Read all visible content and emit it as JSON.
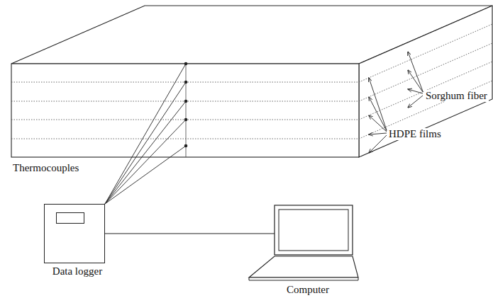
{
  "diagram": {
    "nodes": [
      {
        "text": [
          "Data logger"
        ]
      },
      {
        "text": [
          "Computer"
        ]
      }
    ],
    "edges": [
      {
        "from": 0,
        "to": 1,
        "arrow": "none"
      }
    ],
    "labels": [
      "Thermocouples",
      "Sorghum fiber",
      "HDPE films"
    ]
  }
}
